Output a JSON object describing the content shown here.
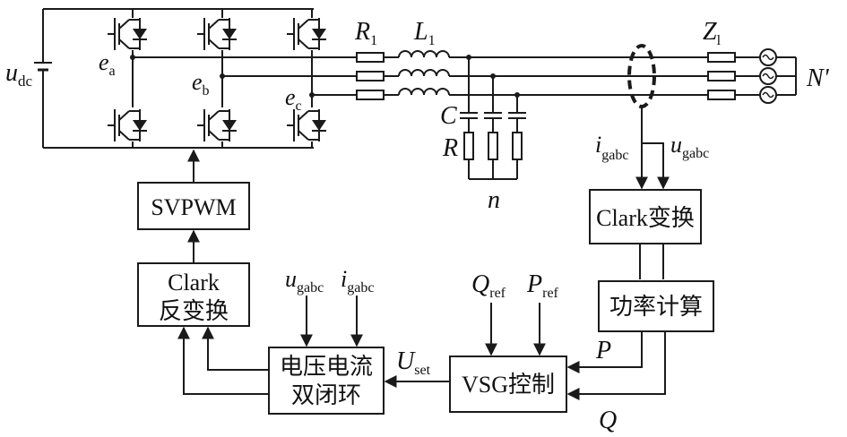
{
  "inverter": {
    "dc_label": "u",
    "dc_sub": "dc",
    "node_a": "e",
    "node_a_sub": "a",
    "node_b": "e",
    "node_b_sub": "b",
    "node_c": "e",
    "node_c_sub": "c"
  },
  "filter": {
    "r1": "R",
    "r1_sub": "1",
    "l1": "L",
    "l1_sub": "1",
    "c": "C",
    "r": "R",
    "n": "n"
  },
  "grid": {
    "z": "Z",
    "z_sub": "l",
    "n_label": "N'"
  },
  "signals": {
    "i_gabc": "i",
    "i_gabc_sub": "gabc",
    "u_gabc": "u",
    "u_gabc_sub": "gabc",
    "u_gabc2": "u",
    "u_gabc2_sub": "gabc",
    "i_gabc2": "i",
    "i_gabc2_sub": "gabc",
    "q_ref": "Q",
    "q_ref_sub": "ref",
    "p_ref": "P",
    "p_ref_sub": "ref",
    "u_set": "U",
    "u_set_sub": "set",
    "p": "P",
    "q": "Q"
  },
  "blocks": {
    "svpwm": "SVPWM",
    "clark_inv_line1": "Clark",
    "clark_inv_line2": "反变换",
    "clark": "Clark变换",
    "power": "功率计算",
    "vsg": "VSG控制",
    "dual_loop_line1": "电压电流",
    "dual_loop_line2": "双闭环"
  }
}
